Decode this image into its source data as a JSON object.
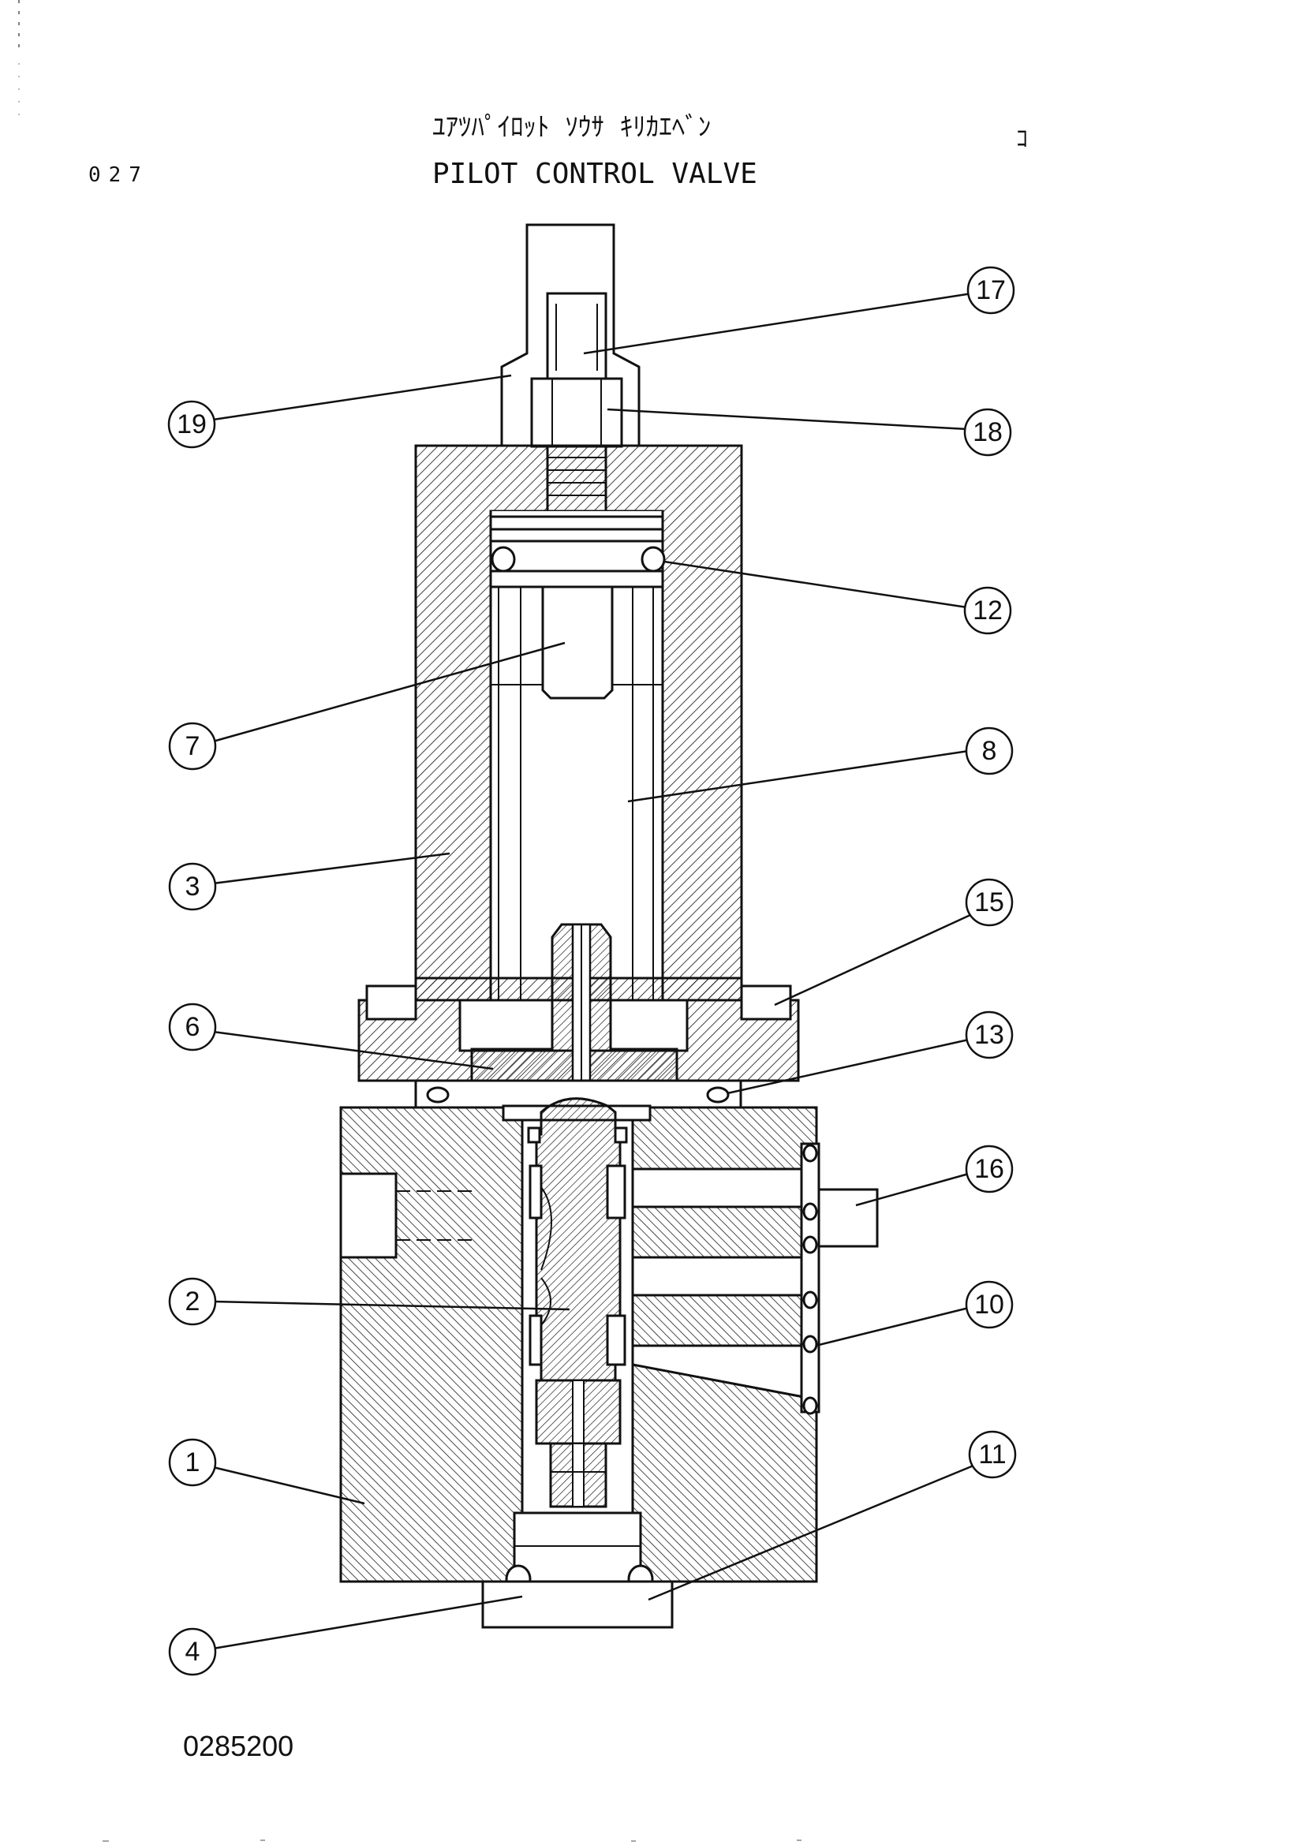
{
  "header": {
    "title_jp": "ﾕｱﾂﾊﾟｲﾛｯﾄ ｿｳｻ ｷﾘｶｴﾍﾞﾝ",
    "title_en": "PILOT CONTROL VALVE",
    "page_code": "027",
    "corner_mark": "ｺ"
  },
  "footer": {
    "drawing_number": "0285200"
  },
  "callouts": [
    {
      "id": "17",
      "label": "17"
    },
    {
      "id": "19",
      "label": "19"
    },
    {
      "id": "18",
      "label": "18"
    },
    {
      "id": "12",
      "label": "12"
    },
    {
      "id": "7",
      "label": "7"
    },
    {
      "id": "8",
      "label": "8"
    },
    {
      "id": "3",
      "label": "3"
    },
    {
      "id": "15",
      "label": "15"
    },
    {
      "id": "6",
      "label": "6"
    },
    {
      "id": "13",
      "label": "13"
    },
    {
      "id": "16",
      "label": "16"
    },
    {
      "id": "2",
      "label": "2"
    },
    {
      "id": "10",
      "label": "10"
    },
    {
      "id": "1",
      "label": "1"
    },
    {
      "id": "11",
      "label": "11"
    },
    {
      "id": "4",
      "label": "4"
    }
  ]
}
